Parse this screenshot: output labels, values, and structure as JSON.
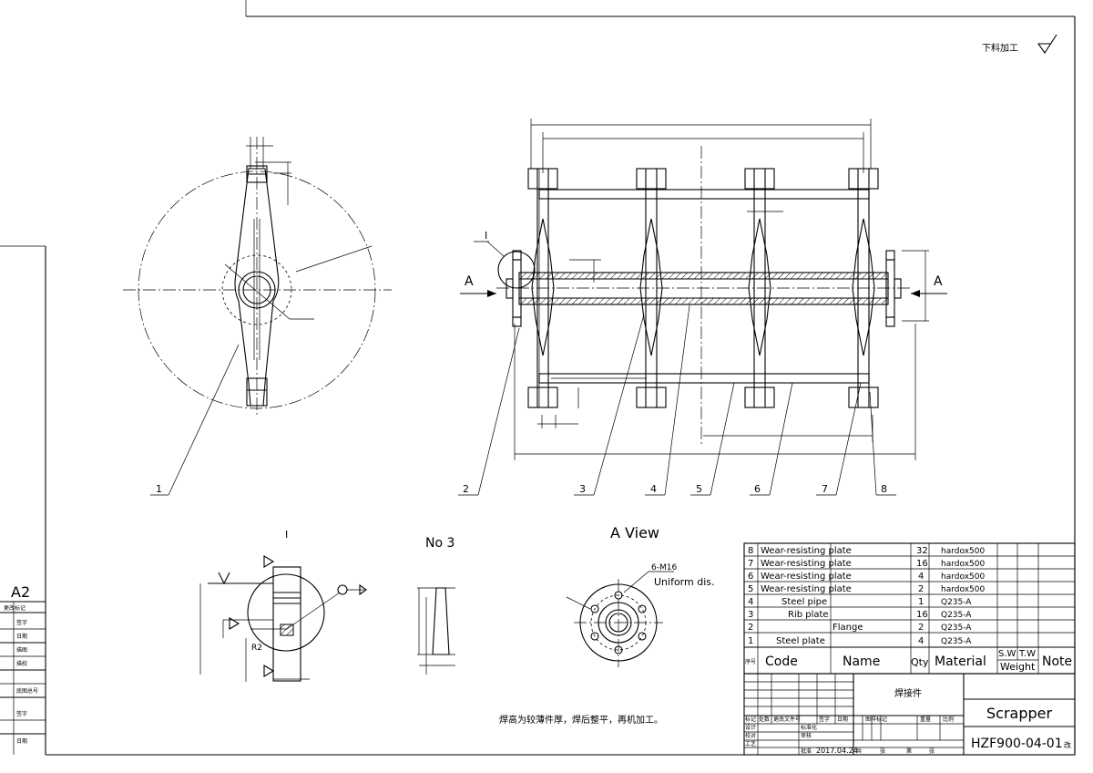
{
  "surface_note": "下料加工",
  "sheet_size": "A2",
  "left_strip_labels": [
    "更改标记",
    "签字",
    "日期",
    "描图",
    "描校",
    "底图总号",
    "签字",
    "日期"
  ],
  "views": {
    "detail_title": "I",
    "detail_callout": "I",
    "section_title": "No 3",
    "a_view_title": "A View",
    "section_arrow": "A",
    "bolt_spec": "6-M16",
    "bolt_note": "Uniform dis.",
    "radius_label": "R2"
  },
  "balloons": [
    "1",
    "2",
    "3",
    "4",
    "5",
    "6",
    "7",
    "8"
  ],
  "weld_note": "焊高为较薄件厚，焊后整平，再机加工。",
  "bom": {
    "headers": {
      "no": "序号",
      "code": "Code",
      "name": "Name",
      "qty": "Qty",
      "material": "Material",
      "sw": "S.W",
      "tw": "T.W",
      "weight": "Weight",
      "note": "Note"
    },
    "rows": [
      {
        "no": "8",
        "name": "Wear-resisting plate",
        "qty": "32",
        "material": "hardox500"
      },
      {
        "no": "7",
        "name": "Wear-resisting plate",
        "qty": "16",
        "material": "hardox500"
      },
      {
        "no": "6",
        "name": "Wear-resisting plate",
        "qty": "4",
        "material": "hardox500"
      },
      {
        "no": "5",
        "name": "Wear-resisting plate",
        "qty": "2",
        "material": "hardox500"
      },
      {
        "no": "4",
        "name": "Steel pipe",
        "qty": "1",
        "material": "Q235-A"
      },
      {
        "no": "3",
        "name": "Rib plate",
        "qty": "16",
        "material": "Q235-A"
      },
      {
        "no": "2",
        "name": "Flange",
        "qty": "2",
        "material": "Q235-A"
      },
      {
        "no": "1",
        "name": "Steel plate",
        "qty": "4",
        "material": "Q235-A"
      }
    ]
  },
  "title_block": {
    "part_type": "焊接件",
    "drawing_name": "Scrapper",
    "drawing_number": "HZF900-04-01",
    "drawing_number_suffix": "改",
    "date": "2017.04.24",
    "small_labels": [
      "标记",
      "处数",
      "更改文件号",
      "签字",
      "日期",
      "设计",
      "标准化",
      "校对",
      "审核",
      "工艺",
      "批准",
      "图样标记",
      "重量",
      "比例",
      "共",
      "张",
      "第",
      "张"
    ]
  }
}
